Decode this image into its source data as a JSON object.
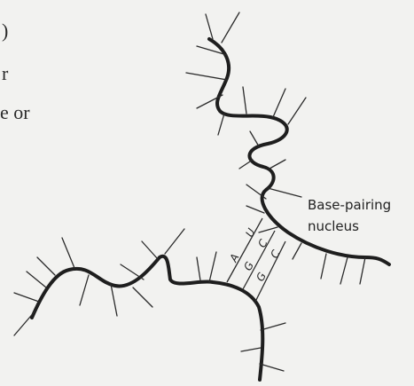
{
  "background_text": {
    "line1": ")",
    "line2": "r",
    "line3": "e or"
  },
  "label": {
    "line1": "Base-pairing",
    "line2": "nucleus"
  },
  "base_pairs": [
    {
      "left": "A",
      "right": "U"
    },
    {
      "left": "G",
      "right": "C"
    },
    {
      "left": "G",
      "right": "C"
    }
  ]
}
